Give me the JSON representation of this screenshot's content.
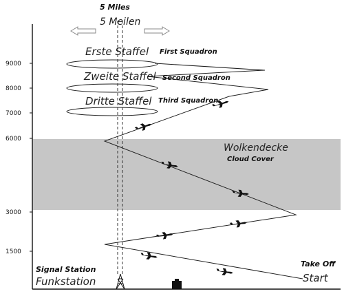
{
  "title": {
    "miles_en": "5 Miles",
    "miles_de": "5 Meilen"
  },
  "axis": {
    "altitude_ticks": [
      1500,
      3000,
      6000,
      7000,
      8000,
      9000
    ]
  },
  "squadrons": [
    {
      "german": "Erste Staffel",
      "english": "First Squadron"
    },
    {
      "german": "Zweite Staffel",
      "english": "Second Squadron"
    },
    {
      "german": "Dritte Staffel",
      "english": "Third Squadron"
    }
  ],
  "cloud": {
    "german": "Wolkendecke",
    "english": "Cloud Cover",
    "color": "#bdbdbd"
  },
  "signal_station": {
    "english": "Signal Station",
    "german": "Funkstation"
  },
  "takeoff": {
    "english": "Take Off",
    "german": "Start"
  },
  "icons": {
    "aircraft": "aircraft-icon",
    "radio_tower": "radio-tower-icon",
    "hangar": "hangar-icon",
    "arrow_left": "arrow-left-icon",
    "arrow_right": "arrow-right-icon"
  }
}
